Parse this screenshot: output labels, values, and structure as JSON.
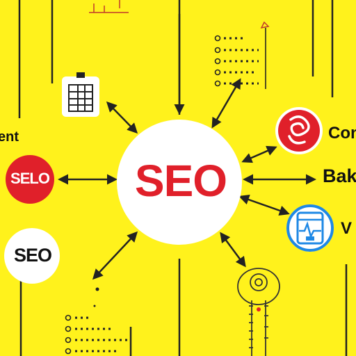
{
  "hub": {
    "label": "SEO"
  },
  "nodes": {
    "left_red_badge": {
      "label": "SELO"
    },
    "left_white_badge": {
      "label": "SEO"
    },
    "left_text": {
      "label": "ent"
    },
    "right_top": {
      "label": "Con"
    },
    "right_middle": {
      "label": "Bak"
    },
    "right_bottom": {
      "label": "V"
    }
  },
  "colors": {
    "background": "#FFF21C",
    "accent_red": "#E0202A",
    "accent_blue": "#1E88E5",
    "line": "#222222",
    "hub_fill": "#FFFFFF"
  },
  "icons": {
    "top_left_doc": "document-table-icon",
    "right_top": "red-swirl-logo-icon",
    "right_bottom": "blue-monitor-waveform-icon",
    "bottom_right": "keyhole-key-icon",
    "top_checklist": "checklist-icon",
    "bottom_checklist": "checklist-icon",
    "top_left_sketch": "sketch-chart-icon"
  }
}
